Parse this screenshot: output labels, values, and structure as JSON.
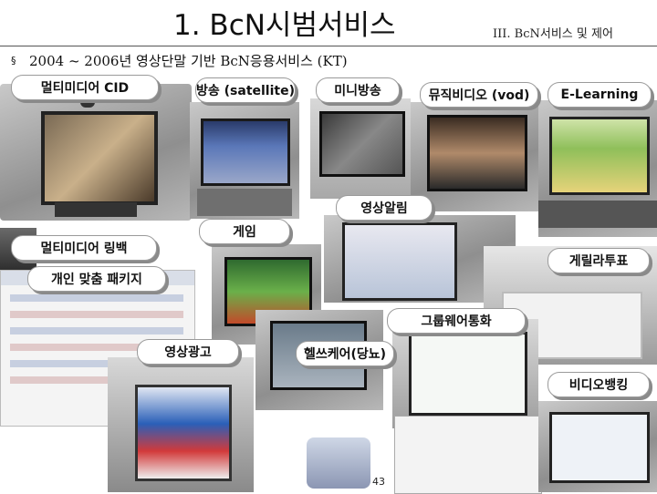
{
  "header": {
    "title": "1. BcN시범서비스",
    "section": "III. BcN서비스 및 제어"
  },
  "subtitle": {
    "bullet": "§",
    "text": "2004 ~ 2006년 영상단말 기반 BcN응용서비스 (KT)"
  },
  "labels": {
    "multimedia_cid": "멀티미디어 CID",
    "broadcast_satellite": "방송 (satellite)",
    "mini_broadcast": "미니방송",
    "music_video_vod": "뮤직비디오 (vod)",
    "e_learning": "E-Learning",
    "video_alert": "영상알림",
    "game": "게임",
    "multimedia_ringback": "멀티미디어 링백",
    "gallup_vote": "게릴라투표",
    "personal_package": "개인 맞춤 패키지",
    "groupware_call": "그룹웨어통화",
    "video_ad": "영상광고",
    "healthcare_diabetes": "헬쓰케어(당뇨)",
    "video_banking": "비디오뱅킹"
  },
  "footer": {
    "page_number": "43"
  }
}
